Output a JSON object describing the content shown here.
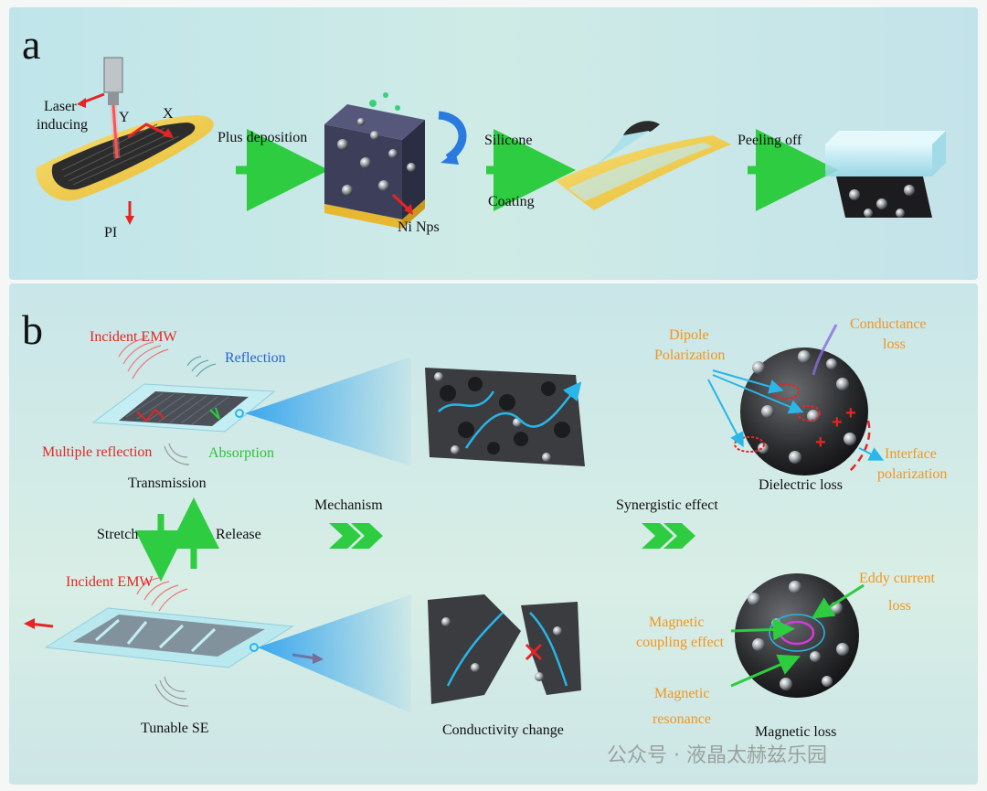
{
  "panel_a": {
    "label": "a",
    "laser_line1": "Laser",
    "laser_line2": "inducing",
    "axis_y": "Y",
    "axis_x": "X",
    "substrate": "PI",
    "step1": "Plus deposition",
    "particles": "Ni Nps",
    "step2_top": "Silicone",
    "step2_bottom": "Coating",
    "step3": "Peeling off"
  },
  "panel_b": {
    "label": "b",
    "incident_top": "Incident EMW",
    "reflection": "Reflection",
    "multiple_reflection": "Multiple reflection",
    "absorption": "Absorption",
    "transmission": "Transmission",
    "stretch": "Stretch",
    "release": "Release",
    "incident_bottom": "Incident EMW",
    "tunable": "Tunable SE",
    "mechanism": "Mechanism",
    "conductivity_change": "Conductivity change",
    "synergistic": "Synergistic effect",
    "dipole_line1": "Dipole",
    "dipole_line2": "Polarization",
    "conductance_line1": "Conductance",
    "conductance_line2": "loss",
    "interface_line1": "Interface",
    "interface_line2": "polarization",
    "dielectric_loss": "Dielectric loss",
    "eddy_line1": "Eddy current",
    "eddy_line2": "loss",
    "mag_coupling_line1": "Magnetic",
    "mag_coupling_line2": "coupling effect",
    "mag_res_line1": "Magnetic",
    "mag_res_line2": "resonance",
    "magnetic_loss": "Magnetic loss"
  },
  "watermark": "公众号 · 液晶太赫兹乐园",
  "colors": {
    "arrow_green": "#2ecc40",
    "accent_red": "#e52525",
    "accent_blue": "#2b63d9",
    "accent_orange": "#f2961e",
    "cyan": "#29b6e8"
  }
}
